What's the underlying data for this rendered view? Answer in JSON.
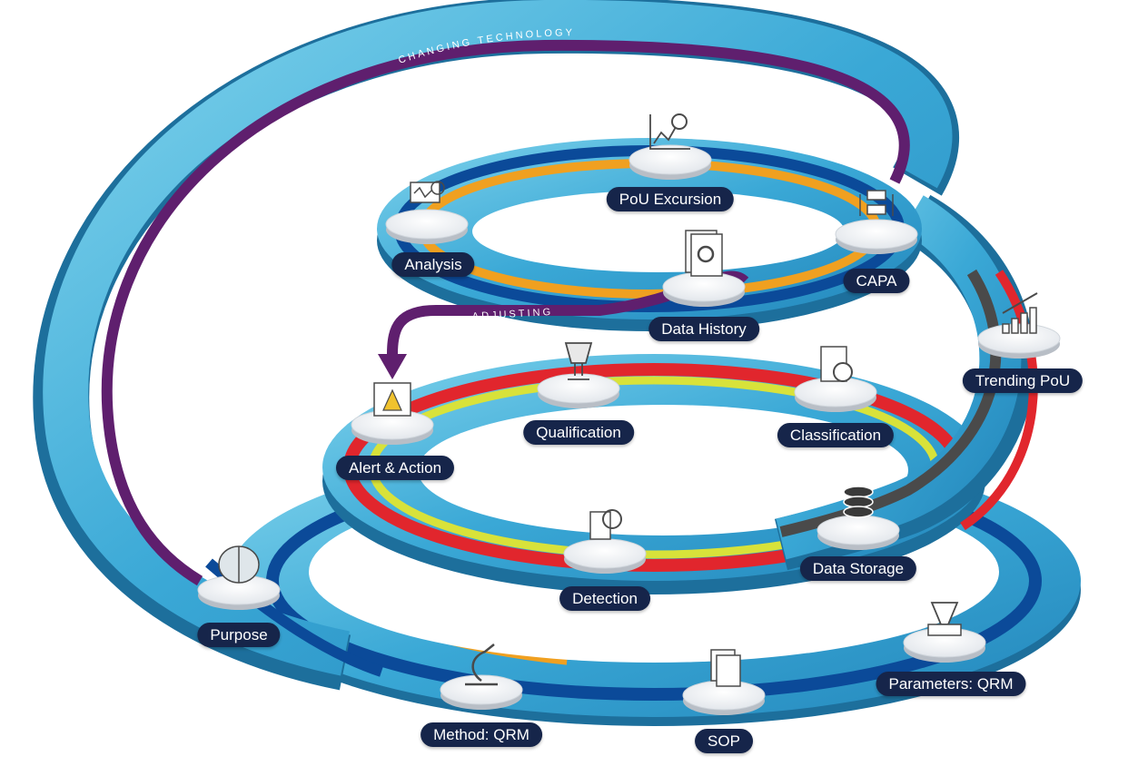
{
  "flow_labels": {
    "outer": "CHANGING TECHNOLOGY",
    "inner": "ADJUSTING"
  },
  "nodes": [
    {
      "id": "purpose",
      "label": "Purpose",
      "icon": "brain-icon"
    },
    {
      "id": "method",
      "label": "Method: QRM",
      "icon": "microscope-icon"
    },
    {
      "id": "sop",
      "label": "SOP",
      "icon": "documents-icon"
    },
    {
      "id": "parameters",
      "label": "Parameters: QRM",
      "icon": "funnel-filter-icon"
    },
    {
      "id": "data-storage",
      "label": "Data Storage",
      "icon": "database-icon"
    },
    {
      "id": "trending",
      "label": "Trending PoU",
      "icon": "bar-chart-trend-icon"
    },
    {
      "id": "detection",
      "label": "Detection",
      "icon": "magnifier-sample-icon"
    },
    {
      "id": "classification",
      "label": "Classification",
      "icon": "checklist-magnifier-icon"
    },
    {
      "id": "qualification",
      "label": "Qualification",
      "icon": "trophy-icon"
    },
    {
      "id": "alert",
      "label": "Alert & Action",
      "icon": "warning-window-icon"
    },
    {
      "id": "analysis",
      "label": "Analysis",
      "icon": "monitor-analysis-icon"
    },
    {
      "id": "pou-excursion",
      "label": "PoU Excursion",
      "icon": "chart-magnifier-icon"
    },
    {
      "id": "capa",
      "label": "CAPA",
      "icon": "cycle-flow-icon"
    },
    {
      "id": "data-history",
      "label": "Data History",
      "icon": "document-search-icon"
    }
  ],
  "colors": {
    "ribbon_light": "#6fcbe8",
    "ribbon_mid": "#3aa8d6",
    "ribbon_dark": "#1d6f9c",
    "navy_stripe": "#0b4a99",
    "orange_stripe": "#f0a020",
    "yellow_stripe": "#d8e23a",
    "red_stripe": "#e1262d",
    "gray_stripe": "#4a4a4a",
    "purple_arrow": "#5f1f6e",
    "label_bg": "#16254a"
  }
}
